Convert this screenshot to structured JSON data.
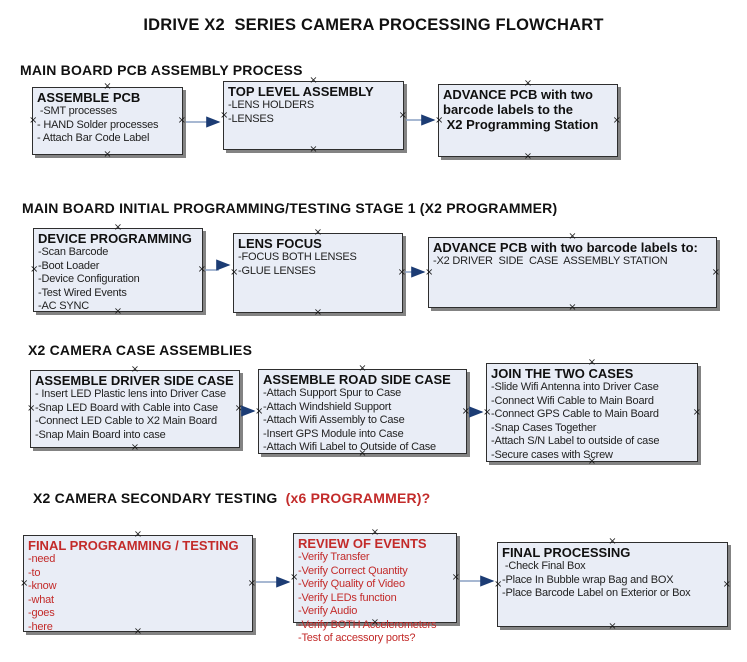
{
  "title": "IDRIVE X2  SERIES CAMERA PROCESSING FLOWCHART",
  "colors": {
    "box_fill": "#e9edf6",
    "box_border": "#2e2e2e",
    "box_shadow": "#838383",
    "arrow_line": "#8aa0c4",
    "arrow_head": "#1c3c74",
    "red_text": "#c32b2a",
    "black_text": "#111111"
  },
  "sections": [
    {
      "heading": "MAIN BOARD PCB ASSEMBLY PROCESS",
      "boxes": [
        {
          "title": "ASSEMBLE PCB",
          "items": [
            " -SMT processes",
            "- HAND Solder processes",
            "- Attach Bar Code Label"
          ]
        },
        {
          "title": "TOP LEVEL ASSEMBLY",
          "items": [
            "-LENS HOLDERS",
            "-LENSES"
          ]
        },
        {
          "title": "ADVANCE PCB with two\nbarcode labels to the\n X2 Programming Station",
          "items": []
        }
      ]
    },
    {
      "heading": "MAIN BOARD INITIAL PROGRAMMING/TESTING STAGE 1 (X2 PROGRAMMER)",
      "boxes": [
        {
          "title": "DEVICE PROGRAMMING",
          "items": [
            "-Scan Barcode",
            "-Boot Loader",
            "-Device Configuration",
            "-Test Wired Events",
            "-AC SYNC"
          ]
        },
        {
          "title": "LENS FOCUS",
          "items": [
            "-FOCUS BOTH LENSES",
            "-GLUE LENSES"
          ]
        },
        {
          "title": "ADVANCE PCB with two barcode labels to:",
          "items": [
            "-X2 DRIVER  SIDE  CASE  ASSEMBLY STATION"
          ]
        }
      ]
    },
    {
      "heading": "X2 CAMERA CASE ASSEMBLIES",
      "boxes": [
        {
          "title": "ASSEMBLE DRIVER SIDE CASE",
          "items": [
            "- Insert LED Plastic lens into Driver Case",
            "-Snap LED Board with Cable into Case",
            "-Connect LED Cable to X2 Main Board",
            "-Snap Main Board into case"
          ]
        },
        {
          "title": "ASSEMBLE ROAD SIDE CASE",
          "items": [
            "-Attach Support Spur to Case",
            "-Attach Windshield Support",
            "-Attach Wifi Assembly to Case",
            "-Insert GPS Module into Case",
            "-Attach Wifi Label to Outside of Case"
          ]
        },
        {
          "title": "JOIN THE TWO CASES",
          "items": [
            "-Slide Wifi Antenna into Driver Case",
            "-Connect Wifi Cable to Main Board",
            "-Connect GPS Cable to Main Board",
            "-Snap Cases Together",
            "-Attach S/N Label to outside of case",
            "-Secure cases with Screw"
          ]
        }
      ]
    },
    {
      "heading": "X2 CAMERA SECONDARY TESTING ",
      "heading_red": " (x6 PROGRAMMER)?",
      "boxes": [
        {
          "title": "FINAL PROGRAMMING / TESTING",
          "color": "red",
          "items": [
            "-need",
            "-to",
            "-know",
            "-what",
            "-goes",
            "-here"
          ]
        },
        {
          "title": "REVIEW OF EVENTS",
          "color": "red",
          "items": [
            "-Verify Transfer",
            "-Verify Correct Quantity",
            "-Verify Quality of Video",
            "-Verify LEDs function",
            "-Verify Audio",
            "-Verify BOTH Accelerometers",
            "-Test of accessory ports?"
          ]
        },
        {
          "title": "FINAL PROCESSING",
          "items": [
            " -Check Final Box",
            "-Place In Bubble wrap Bag and BOX",
            "-Place Barcode Label on Exterior or Box"
          ]
        }
      ]
    }
  ]
}
